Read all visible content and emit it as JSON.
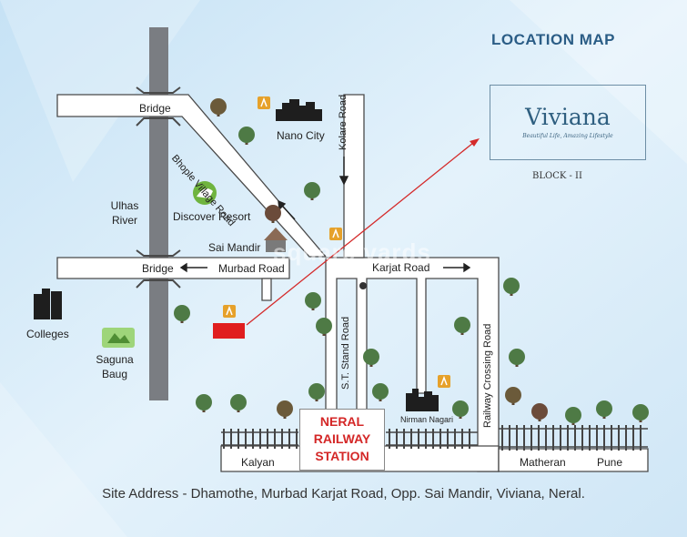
{
  "title": "LOCATION MAP",
  "brand": {
    "name": "Viviana",
    "tagline": "Beautiful Life, Amazing Lifestyle",
    "block": "BLOCK - II"
  },
  "labels": {
    "bridge_top": "Bridge",
    "bhople_road": "Bhople Village Road",
    "nano_city": "Nano City",
    "kolare_road": "Kolare Road",
    "ulhas_river": "Ulhas River",
    "discover_resort": "Discover Resort",
    "sai_mandir": "Sai Mandir",
    "bridge_bottom": "Bridge",
    "murbad_road": "Murbad Road",
    "karjat_road": "Karjat Road",
    "colleges": "Colleges",
    "saguna_baug": "Saguna Baug",
    "st_stand_road": "S.T. Stand Road",
    "railway_crossing_road": "Railway Crossing Road",
    "nirman_nagari": "Nirman Nagari",
    "kalyan": "Kalyan",
    "matheran": "Matheran",
    "pune": "Pune"
  },
  "station": {
    "line1": "NERAL",
    "line2": "RAILWAY",
    "line3": "STATION"
  },
  "footer": "Site Address - Dhamothe, Murbad Karjat Road, Opp. Sai Mandir, Viviana, Neral.",
  "watermark": "square yards",
  "icons": [
    "tree-icon",
    "location-marker-icon",
    "building-icon",
    "resort-icon",
    "temple-icon",
    "park-icon",
    "site-marker-icon",
    "arrow-icon"
  ],
  "colors": {
    "background": "#d4e9f7",
    "river": "#7a7d82",
    "road": "#ffffff",
    "road_outline": "#4a4a4a",
    "site": "#e01e1e",
    "pointer": "#d42a2a",
    "title": "#2b5d86",
    "tree": "#4e7a45",
    "marker": "#e6a12a"
  }
}
